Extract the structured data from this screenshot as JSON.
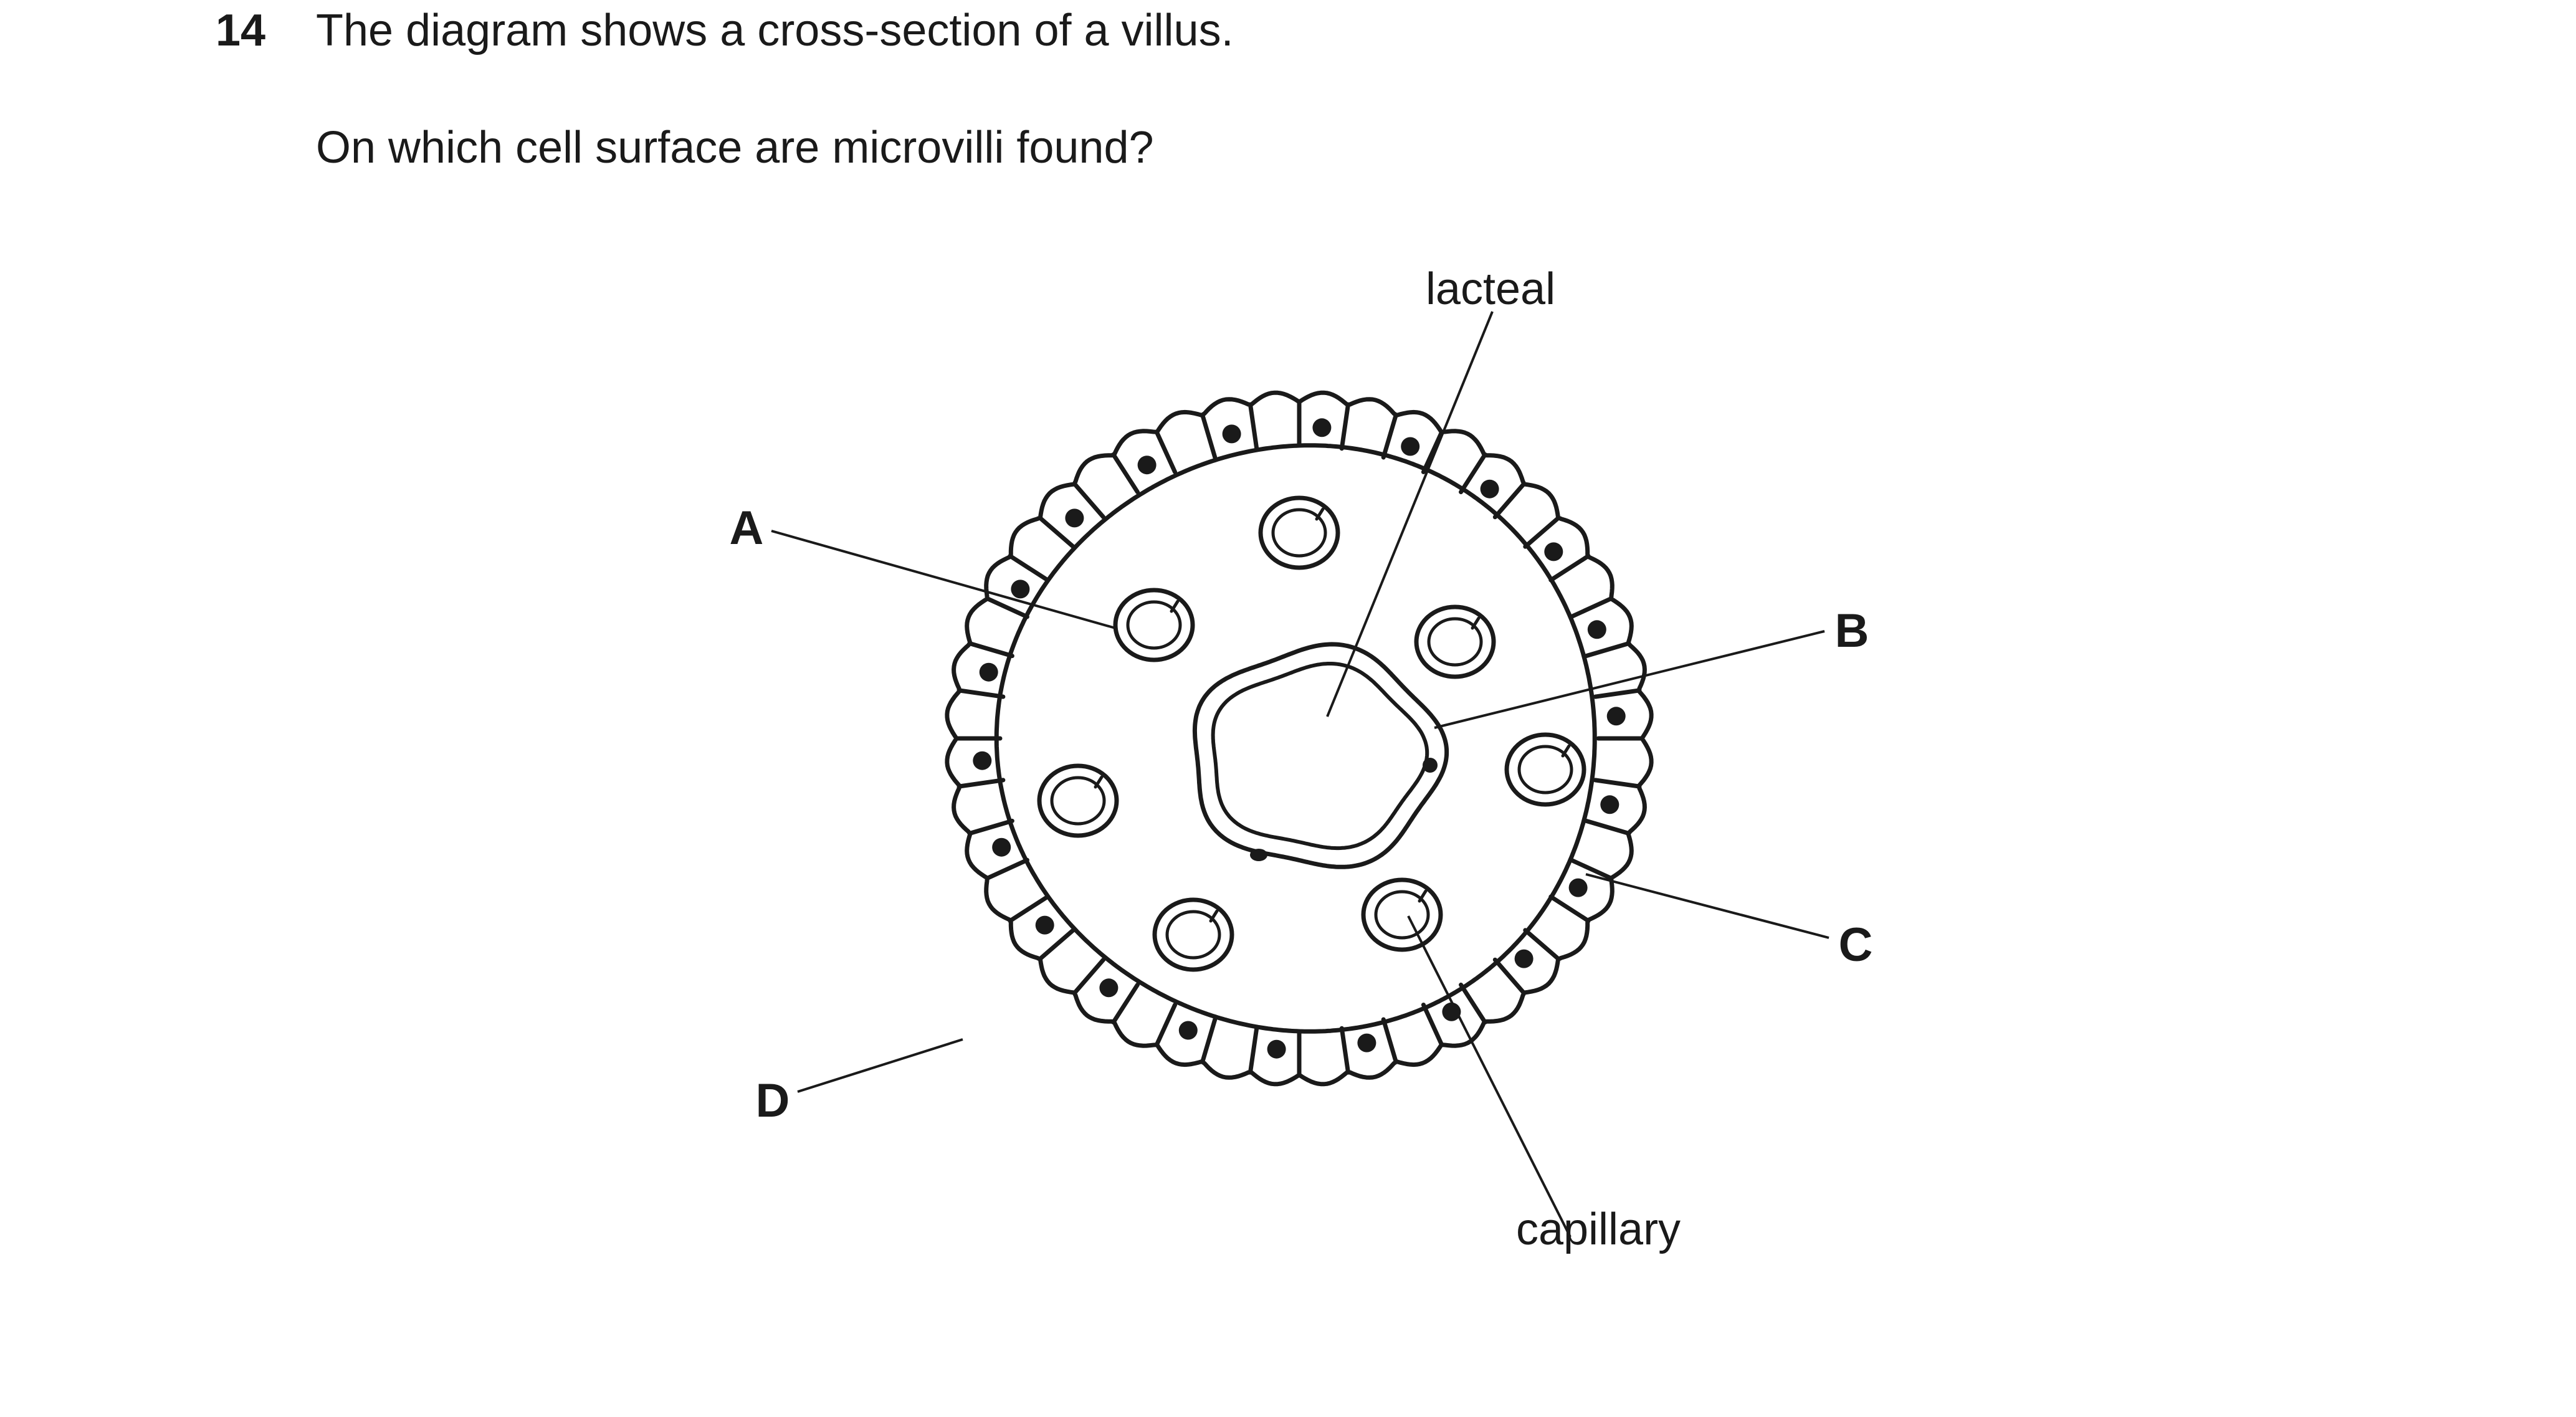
{
  "question": {
    "number": "14",
    "stem": "The diagram shows a cross-section of a villus.",
    "prompt": "On which cell surface are microvilli found?"
  },
  "diagram": {
    "labels": {
      "lacteal": "lacteal",
      "capillary": "capillary",
      "A": "A",
      "B": "B",
      "C": "C",
      "D": "D"
    }
  }
}
